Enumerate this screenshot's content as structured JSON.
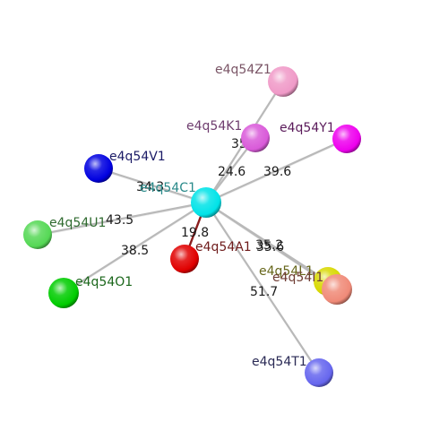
{
  "nodes": [
    {
      "id": "c1",
      "label": "e4q54C1",
      "color": "#00e3e8",
      "label_color": "#2a8a8a"
    },
    {
      "id": "z1",
      "label": "e4q54Z1",
      "color": "#f09ac8",
      "label_color": "#7a5566"
    },
    {
      "id": "k1",
      "label": "e4q54K1",
      "color": "#d95ad9",
      "label_color": "#6e3c6e"
    },
    {
      "id": "y1",
      "label": "e4q54Y1",
      "color": "#ee00ee",
      "label_color": "#5a1a5a"
    },
    {
      "id": "v1",
      "label": "e4q54V1",
      "color": "#0000e0",
      "label_color": "#1a1a66"
    },
    {
      "id": "u1",
      "label": "e4q54U1",
      "color": "#55d855",
      "label_color": "#2f6a2f"
    },
    {
      "id": "o1",
      "label": "e4q54O1",
      "color": "#00cc00",
      "label_color": "#1a661a"
    },
    {
      "id": "a1",
      "label": "e4q54A1",
      "color": "#e00000",
      "label_color": "#6e1a1a"
    },
    {
      "id": "l1",
      "label": "e4q54L1",
      "color": "#d8d800",
      "label_color": "#66661a"
    },
    {
      "id": "s1",
      "label": "e4q54I1",
      "color": "#f08a78",
      "label_color": "#6e3c33"
    },
    {
      "id": "t1",
      "label": "e4q54T1",
      "color": "#6666ee",
      "label_color": "#2a2a55"
    }
  ],
  "edges": [
    {
      "from": "c1",
      "to": "z1",
      "label": "35.4"
    },
    {
      "from": "c1",
      "to": "k1",
      "label": "24.6"
    },
    {
      "from": "c1",
      "to": "y1",
      "label": "39.6"
    },
    {
      "from": "c1",
      "to": "v1",
      "label": "34.3"
    },
    {
      "from": "c1",
      "to": "u1",
      "label": "43.5"
    },
    {
      "from": "c1",
      "to": "o1",
      "label": "38.5"
    },
    {
      "from": "c1",
      "to": "a1",
      "label": "19.8"
    },
    {
      "from": "c1",
      "to": "l1",
      "label": "35.2"
    },
    {
      "from": "c1",
      "to": "s1",
      "label": "35.6"
    },
    {
      "from": "c1",
      "to": "t1",
      "label": "51.7"
    }
  ]
}
